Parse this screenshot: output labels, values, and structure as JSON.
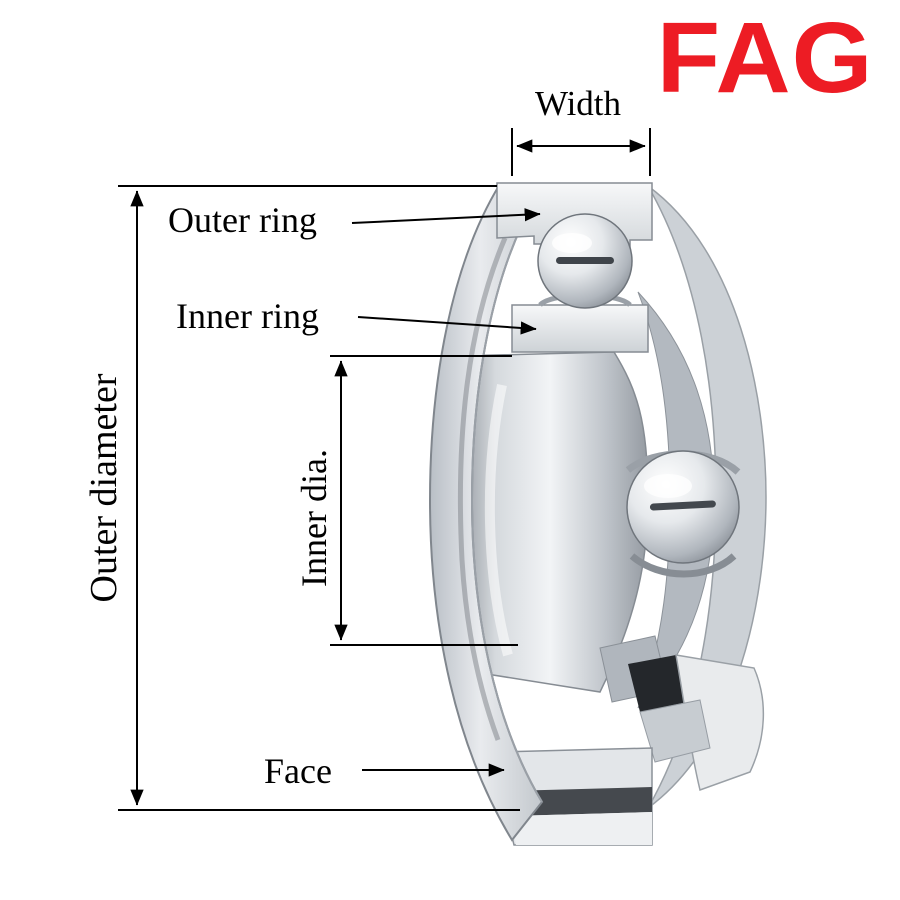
{
  "brand": {
    "name": "FAG",
    "color": "#ed1c24"
  },
  "labels": {
    "width": "Width",
    "outer_ring": "Outer ring",
    "inner_ring": "Inner ring",
    "inner_dia": "Inner dia.",
    "outer_diameter": "Outer diameter",
    "face": "Face"
  }
}
